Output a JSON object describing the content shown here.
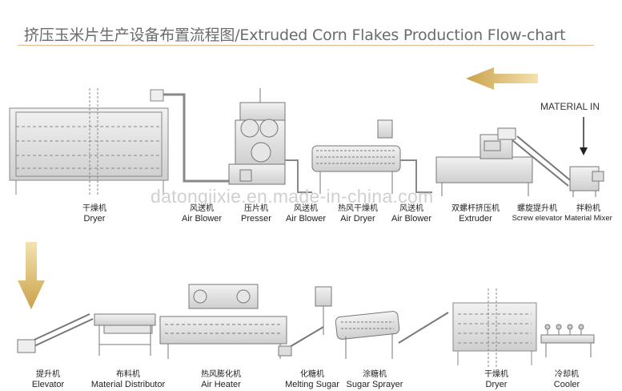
{
  "title": "挤压玉米片生产设备布置流程图/Extruded Corn Flakes Production Flow-chart",
  "material_in": "MATERIAL IN",
  "watermark": "datongjixie.en.made-in-china.com",
  "row1": [
    {
      "cn": "干燥机",
      "en": "Dryer"
    },
    {
      "cn": "风送机",
      "en": "Air Blower"
    },
    {
      "cn": "压片机",
      "en": "Presser"
    },
    {
      "cn": "风送机",
      "en": "Air Blower"
    },
    {
      "cn": "热风干燥机",
      "en": "Air Dryer"
    },
    {
      "cn": "风送机",
      "en": "Air Blower"
    },
    {
      "cn": "双螺杆挤压机",
      "en": "Extruder"
    },
    {
      "cn": "螺旋提升机",
      "en": "Screw elevator"
    },
    {
      "cn": "拌粉机",
      "en": "Material Mixer"
    }
  ],
  "row2": [
    {
      "cn": "提升机",
      "en": "Elevator"
    },
    {
      "cn": "布料机",
      "en": "Material Distributor"
    },
    {
      "cn": "热风膨化机",
      "en": "Air Heater"
    },
    {
      "cn": "化糖机",
      "en": "Melting Sugar"
    },
    {
      "cn": "涂糖机",
      "en": "Sugar Sprayer"
    },
    {
      "cn": "干燥机",
      "en": "Dryer"
    },
    {
      "cn": "冷却机",
      "en": "Cooler"
    }
  ],
  "colors": {
    "arrow": "#c9a24a",
    "machine": "#8a8a8a",
    "title": "#6b6b6b"
  }
}
